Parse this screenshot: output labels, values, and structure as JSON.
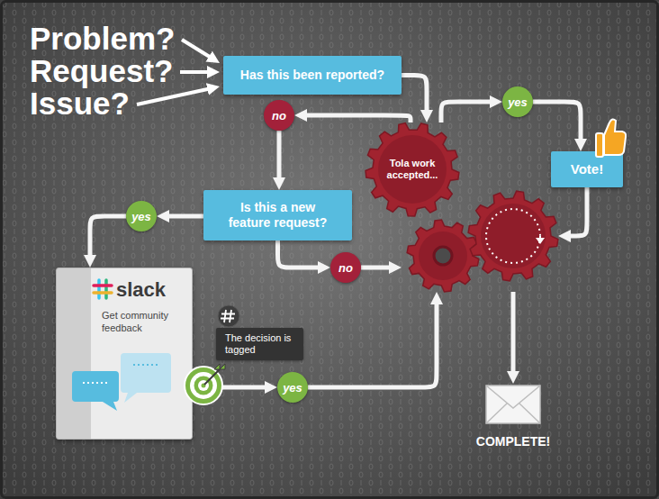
{
  "diagram": {
    "nodes": [
      {
        "text": [
          "Has this been reported?"
        ]
      },
      {
        "text": [
          "no"
        ]
      },
      {
        "text": [
          "yes"
        ]
      },
      {
        "text": [
          "Is this a new feature request?"
        ]
      },
      {
        "text": [
          "yes"
        ]
      },
      {
        "text": [
          "Tola work accepted..."
        ]
      },
      {
        "text": [
          "Vote!"
        ]
      },
      {
        "text": [
          "no"
        ]
      },
      {
        "text": [
          "slack",
          "Get community feedback"
        ]
      },
      {
        "text": [
          "The decision is tagged"
        ]
      },
      {
        "text": [
          "yes"
        ]
      },
      {
        "text": [
          "COMPLETE!"
        ]
      }
    ],
    "edges": [
      {
        "from": 0,
        "to": 5,
        "arrow": "to"
      },
      {
        "from": 5,
        "to": 1,
        "arrow": "to"
      },
      {
        "from": 5,
        "to": 2,
        "arrow": "to"
      },
      {
        "from": 2,
        "to": 6,
        "arrow": "to"
      },
      {
        "from": 6,
        "to": 5,
        "arrow": "to"
      },
      {
        "from": 1,
        "to": 3,
        "arrow": "to"
      },
      {
        "from": 3,
        "to": 4,
        "arrow": "to"
      },
      {
        "from": 4,
        "to": 8,
        "arrow": "to"
      },
      {
        "from": 3,
        "to": 7,
        "arrow": "to"
      },
      {
        "from": 7,
        "to": 5,
        "arrow": "to"
      },
      {
        "from": 8,
        "to": 10,
        "arrow": "to"
      },
      {
        "from": 10,
        "to": 5,
        "arrow": "to"
      },
      {
        "from": 5,
        "to": 11,
        "arrow": "to"
      }
    ],
    "labels": [
      "Problem?",
      "Request?",
      "Issue?"
    ]
  }
}
